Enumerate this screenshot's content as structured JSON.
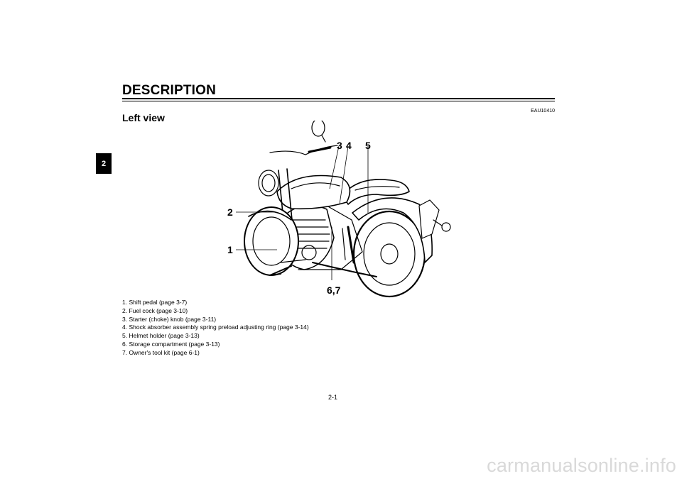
{
  "chapter_tab": "2",
  "header": {
    "title": "DESCRIPTION",
    "code": "EAU10410"
  },
  "section_title": "Left view",
  "callouts": [
    "1",
    "2",
    "3",
    "4",
    "5",
    "6,7"
  ],
  "parts": [
    "1. Shift pedal (page 3-7)",
    "2. Fuel cock (page 3-10)",
    "3. Starter (choke) knob (page 3-11)",
    "4. Shock absorber assembly spring preload adjusting ring (page 3-14)",
    "5. Helmet holder (page 3-13)",
    "6. Storage compartment (page 3-13)",
    "7. Owner's tool kit (page 6-1)"
  ],
  "page_number": "2-1",
  "watermark": "carmanualsonline.info"
}
